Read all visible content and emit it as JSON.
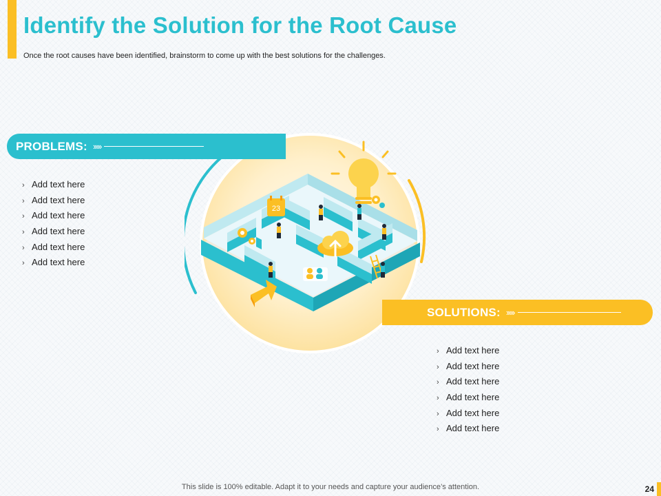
{
  "slide": {
    "title": "Identify the Solution for the Root Cause",
    "subtitle": "Once the root causes have been identified, brainstorm to come up with the best solutions for the challenges."
  },
  "problems": {
    "label": "PROBLEMS:",
    "chevrons": "›››››",
    "items": [
      "Add text here",
      "Add text here",
      "Add text here",
      "Add text here",
      "Add text here",
      "Add text here"
    ]
  },
  "solutions": {
    "label": "SOLUTIONS:",
    "chevrons": "›››››",
    "items": [
      "Add text here",
      "Add text here",
      "Add text here",
      "Add text here",
      "Add text here",
      "Add text here"
    ]
  },
  "illustration": {
    "calendar_day": "23",
    "icons": [
      "maze-illustration",
      "lightbulb-icon",
      "gear-icon",
      "cloud-upload-icon",
      "calendar-icon",
      "people-icon",
      "ladder-icon",
      "arrow-icon"
    ]
  },
  "footer": {
    "note": "This slide is 100% editable. Adapt it to your needs and capture your audience’s attention.",
    "page_number": "24"
  },
  "colors": {
    "teal": "#2bbfce",
    "yellow": "#fbbf24",
    "circle_fill": "#fde9b4"
  }
}
